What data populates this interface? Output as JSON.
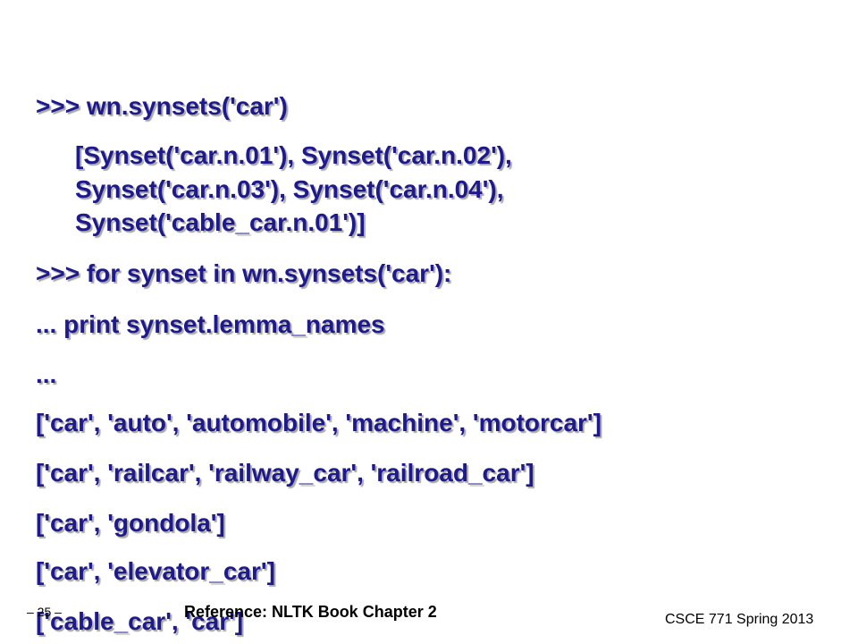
{
  "code_lines": [
    ">>> wn.synsets('car')",
    "[Synset('car.n.01'), Synset('car.n.02'),",
    "Synset('car.n.03'), Synset('car.n.04'),",
    "Synset('cable_car.n.01')]",
    ">>> for synset in wn.synsets('car'):",
    "... print synset.lemma_names",
    "...",
    "['car', 'auto', 'automobile', 'machine', 'motorcar']",
    "['car', 'railcar', 'railway_car', 'railroad_car']",
    "['car', 'gondola']",
    "['car', 'elevator_car']",
    "['cable_car', 'car']"
  ],
  "footer": {
    "page": "– 25 –",
    "reference": "Reference: NLTK Book Chapter 2",
    "course": "CSCE 771 Spring 2013"
  },
  "colors": {
    "code_text": "#1f1a8c",
    "background": "#ffffff"
  }
}
